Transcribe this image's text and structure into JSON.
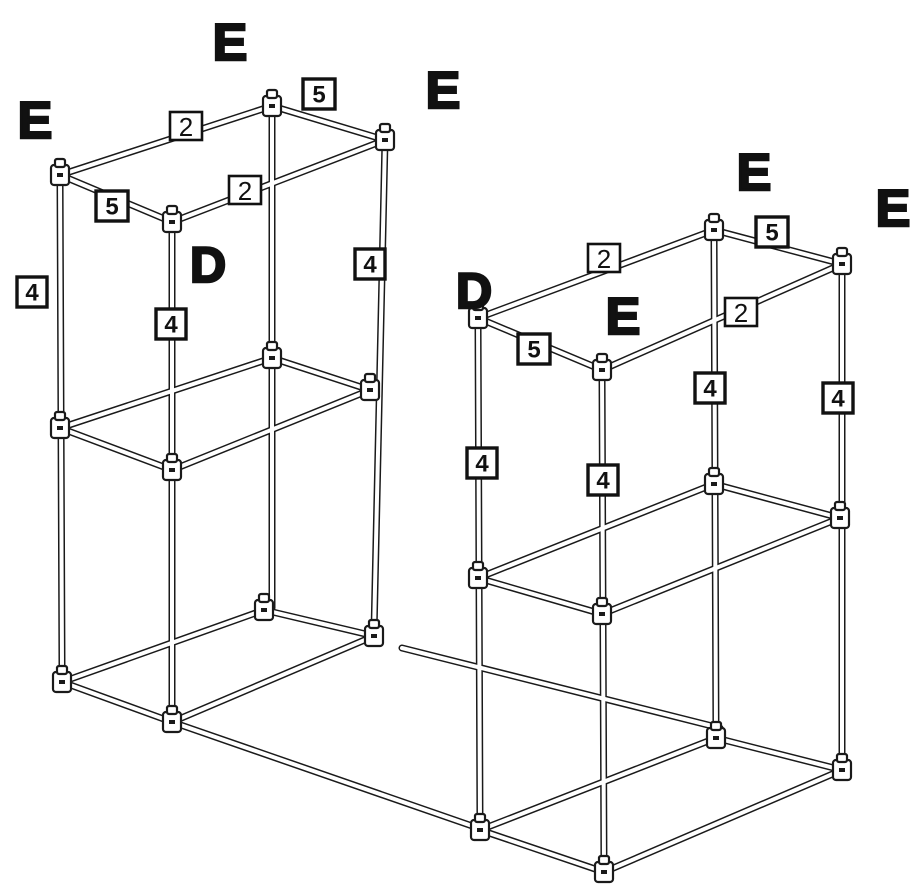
{
  "diagram": {
    "letters": {
      "e": "E",
      "d": "D"
    },
    "tags": {
      "two": "2",
      "four": "4",
      "five": "5"
    }
  }
}
